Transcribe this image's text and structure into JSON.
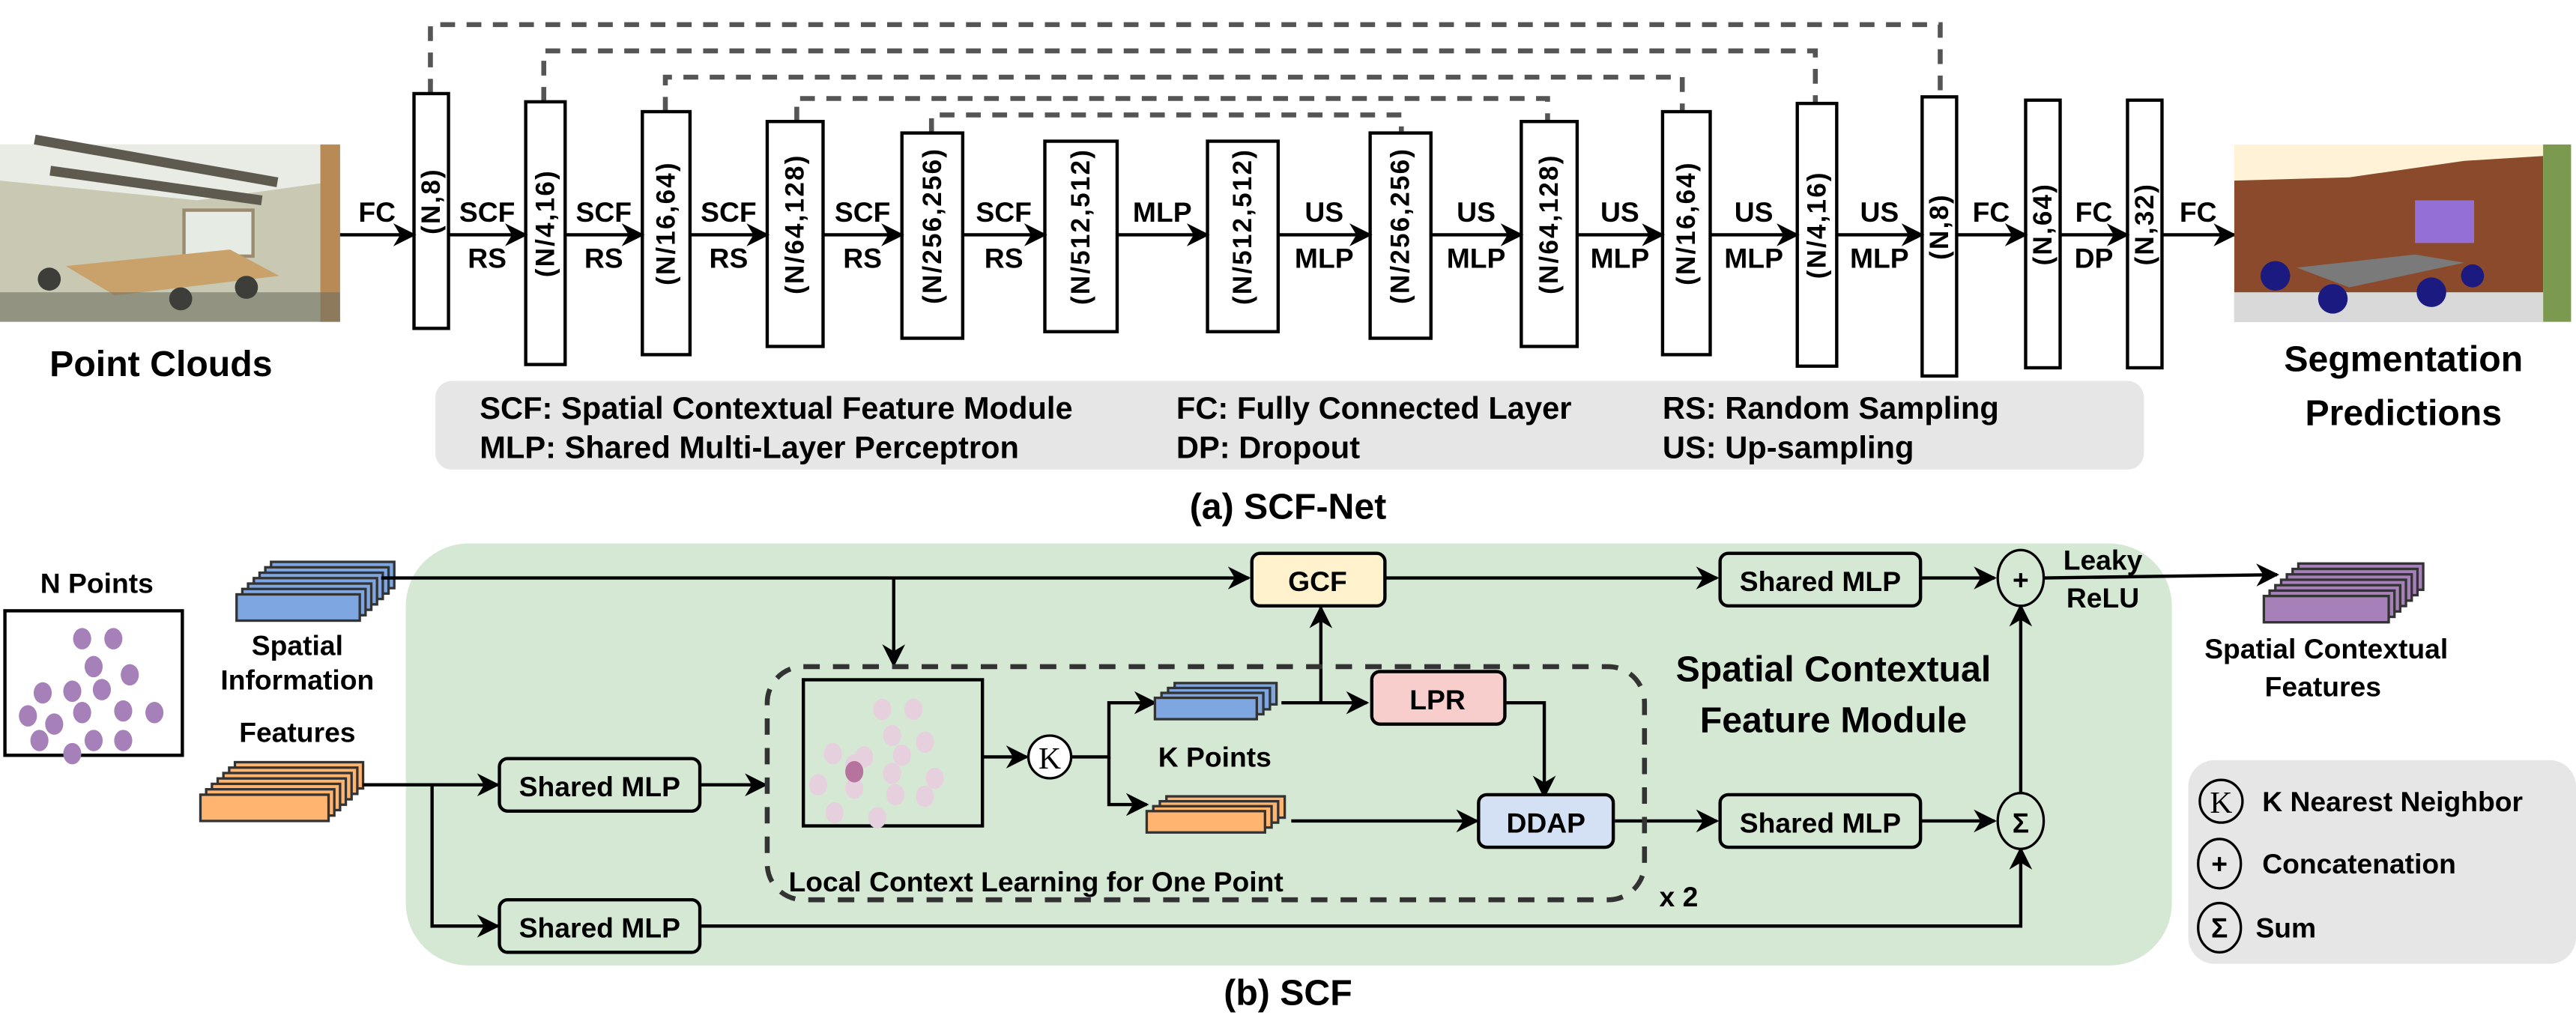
{
  "figure": {
    "part_a_caption": "(a) SCF-Net",
    "part_b_caption": "(b) SCF"
  },
  "part_a": {
    "input_label": "Point Clouds",
    "output_label_line1": "Segmentation",
    "output_label_line2": "Predictions",
    "layers": [
      {
        "shape": "(N,8)"
      },
      {
        "shape": "(N/4,16)"
      },
      {
        "shape": "(N/16,64)"
      },
      {
        "shape": "(N/64,128)"
      },
      {
        "shape": "(N/256,256)"
      },
      {
        "shape": "(N/512,512)"
      },
      {
        "shape": "(N/512,512)"
      },
      {
        "shape": "(N/256,256)"
      },
      {
        "shape": "(N/64,128)"
      },
      {
        "shape": "(N/16,64)"
      },
      {
        "shape": "(N/4,16)"
      },
      {
        "shape": "(N,8)"
      },
      {
        "shape": "(N,64)"
      },
      {
        "shape": "(N,32)"
      }
    ],
    "edges": [
      {
        "top": "FC",
        "bottom": ""
      },
      {
        "top": "SCF",
        "bottom": "RS"
      },
      {
        "top": "SCF",
        "bottom": "RS"
      },
      {
        "top": "SCF",
        "bottom": "RS"
      },
      {
        "top": "SCF",
        "bottom": "RS"
      },
      {
        "top": "SCF",
        "bottom": "RS"
      },
      {
        "top": "MLP",
        "bottom": ""
      },
      {
        "top": "US",
        "bottom": "MLP"
      },
      {
        "top": "US",
        "bottom": "MLP"
      },
      {
        "top": "US",
        "bottom": "MLP"
      },
      {
        "top": "US",
        "bottom": "MLP"
      },
      {
        "top": "US",
        "bottom": "MLP"
      },
      {
        "top": "FC",
        "bottom": ""
      },
      {
        "top": "FC",
        "bottom": "DP"
      },
      {
        "top": "FC",
        "bottom": ""
      }
    ],
    "legend": [
      "SCF: Spatial Contextual Feature Module",
      "FC: Fully Connected Layer",
      "RS: Random Sampling",
      "MLP: Shared Multi-Layer Perceptron",
      "DP: Dropout",
      "US: Up-sampling"
    ]
  },
  "part_b": {
    "n_points_label": "N Points",
    "spatial_info_line1": "Spatial",
    "spatial_info_line2": "Information",
    "features_label": "Features",
    "shared_mlp_label": "Shared MLP",
    "gcf_label": "GCF",
    "lpr_label": "LPR",
    "ddap_label": "DDAP",
    "knn_symbol": "K",
    "k_points_label": "K Points",
    "local_context_label": "Local Context Learning for One Point",
    "repeat_label": "x 2",
    "module_title_line1": "Spatial Contextual",
    "module_title_line2": "Feature Module",
    "leaky_line1": "Leaky",
    "leaky_line2": "ReLU",
    "concat_symbol": "+",
    "sum_symbol": "Σ",
    "output_line1": "Spatial Contextual",
    "output_line2": "Features",
    "legend": [
      {
        "symbol": "K",
        "label": "K Nearest Neighbor"
      },
      {
        "symbol": "+",
        "label": "Concatenation"
      },
      {
        "symbol": "Σ",
        "label": "Sum"
      }
    ]
  },
  "colors": {
    "module_bg": "#d5e8d4",
    "legend_bg": "#e6e6e6",
    "spatial_blue": "#7ea6e0",
    "feature_orange": "#ffb570",
    "output_purple": "#a680b8",
    "gcf_fill": "#fff2cc",
    "lpr_fill": "#f8cecc",
    "ddap_fill": "#d4e1f5",
    "point_purple": "#a680b8",
    "point_pink": "#e6d0de",
    "center_point": "#b5739d"
  }
}
